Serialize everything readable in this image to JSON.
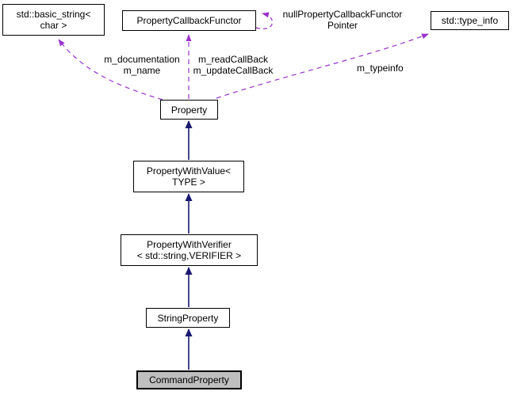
{
  "diagram": {
    "type": "uml-collaboration-graph",
    "nodes": {
      "basic_string": "std::basic_string<\nchar >",
      "callback_functor": "PropertyCallbackFunctor",
      "type_info": "std::type_info",
      "property": "Property",
      "property_with_value": "PropertyWithValue<\nTYPE >",
      "property_with_verifier": "PropertyWithVerifier\n< std::string,VERIFIER >",
      "string_property": "StringProperty",
      "command_property": "CommandProperty"
    },
    "edge_labels": {
      "documentation_name": "m_documentation\nm_name",
      "read_update": "m_readCallBack\nm_updateCallBack",
      "null_pointer": "nullPropertyCallbackFunctor\nPointer",
      "typeinfo": "m_typeinfo"
    },
    "colors": {
      "inheritance_arrow": "#191970",
      "usage_arrow": "#9a32cd",
      "node_border": "#000000",
      "node_fill": "#ffffff",
      "highlight_node_fill": "#bfbfbf",
      "background": "#ffffff",
      "text": "#000000"
    }
  }
}
